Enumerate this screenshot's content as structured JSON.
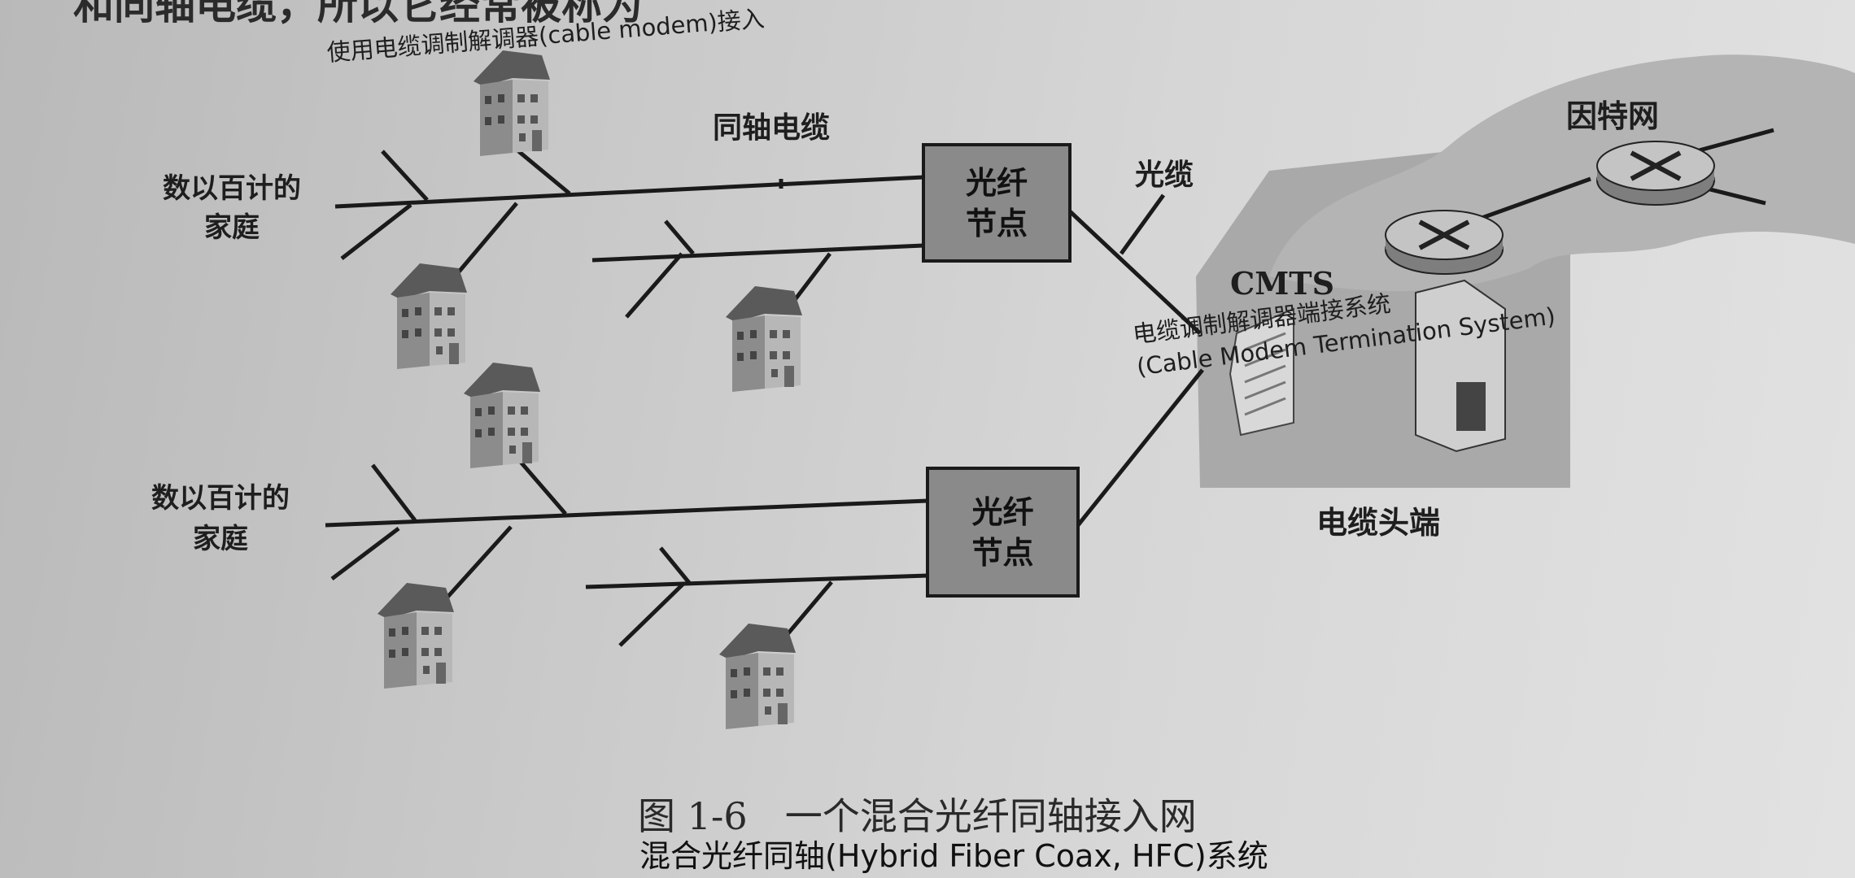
{
  "top_cut_text": "和同轴电缆，所以它经常被称为",
  "annotation_cable_modem": "使用电缆调制解调器(cable modem)接入",
  "label_coax": "同轴电缆",
  "label_homes_top": [
    "数以百计的",
    "家庭"
  ],
  "label_homes_bottom": [
    "数以百计的",
    "家庭"
  ],
  "node_top": [
    "光纤",
    "节点"
  ],
  "node_bottom": [
    "光纤",
    "节点"
  ],
  "label_fiber": "光缆",
  "label_internet": "因特网",
  "label_cmts": "CMTS",
  "annotation_cmts": [
    "电缆调制解调器端接系统",
    "(Cable Modem Termination System)"
  ],
  "label_headend": "电缆头端",
  "figure_caption": "图 1-6　一个混合光纤同轴接入网",
  "annotation_hfc": "混合光纤同轴(Hybrid Fiber Coax, HFC)系统",
  "colors": {
    "paper": "#cfcfcf",
    "node_fill": "#8a8a8a",
    "line": "#1a1a1a",
    "headend": "#a9a9a9"
  }
}
